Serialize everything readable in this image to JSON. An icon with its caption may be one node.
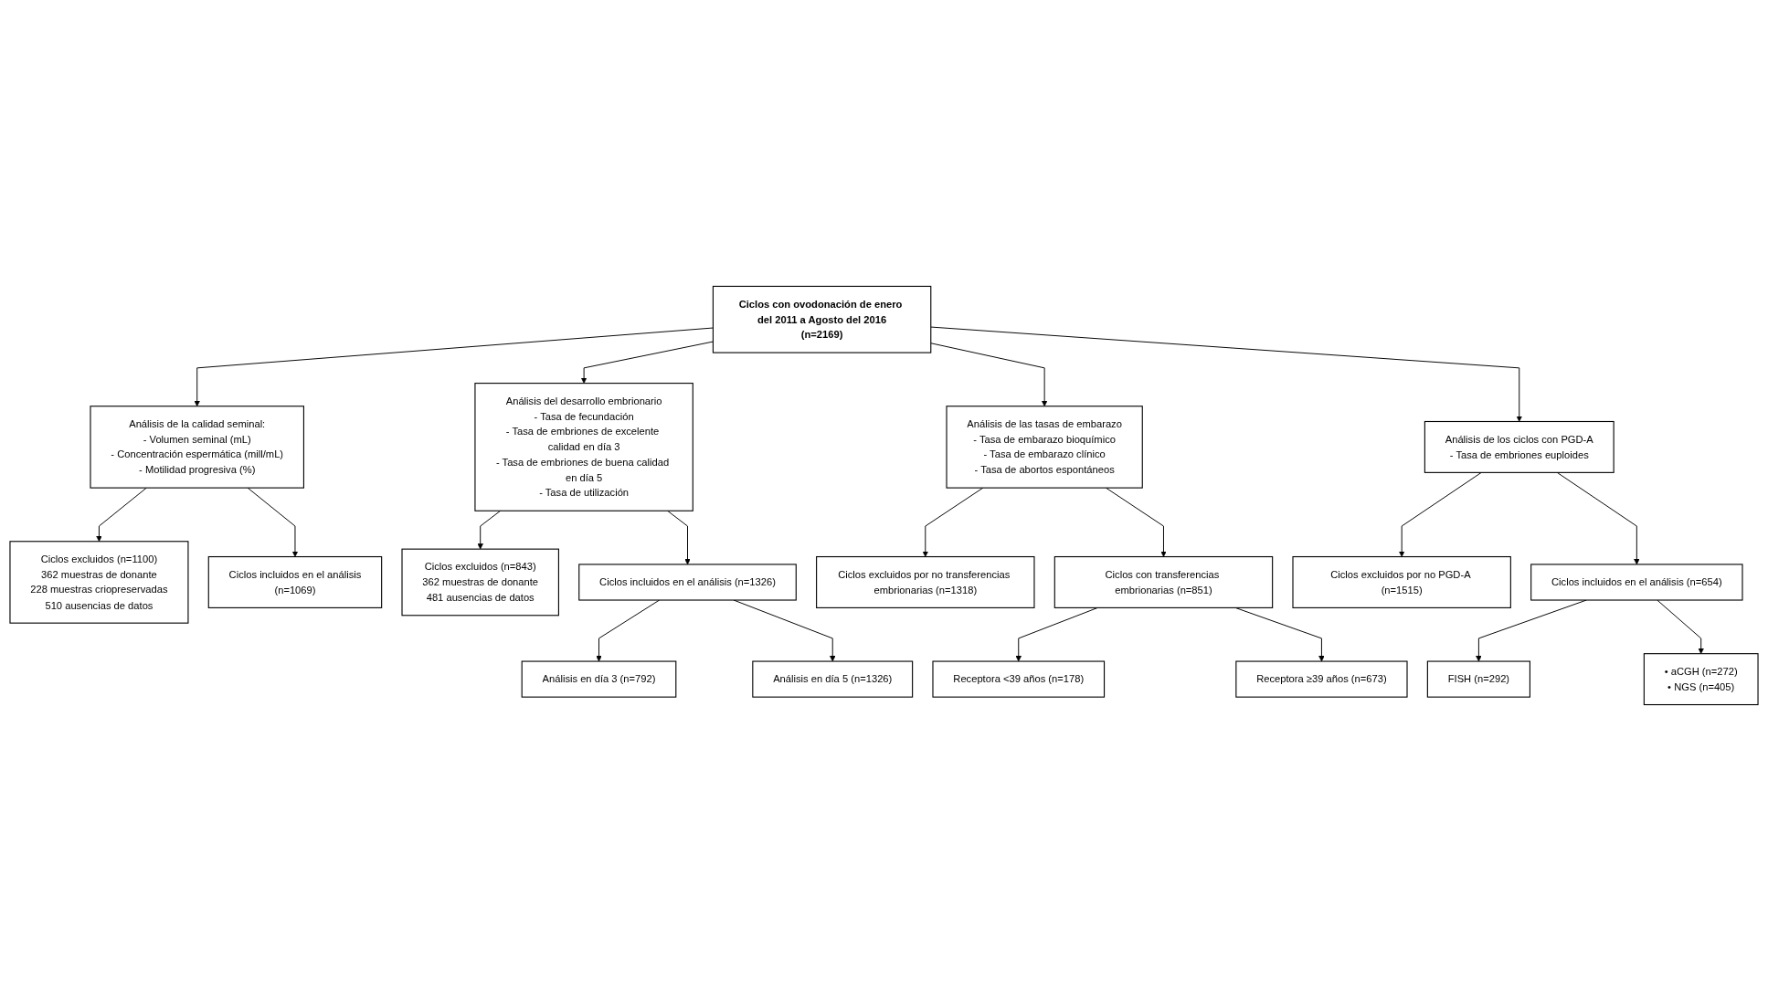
{
  "diagram": {
    "nodes": [
      {
        "text": [
          "Ciclos con ovodonación de enero del 2011 a Agosto del 2016",
          "(n=2169)"
        ]
      },
      {
        "text": [
          "Análisis de la calidad seminal:",
          "- Volumen seminal (mL)",
          "- Concentración espermática (mill/mL)",
          "- Motilidad progresiva (%)"
        ]
      },
      {
        "text": [
          "Ciclos excluidos (n=1100)",
          "362 muestras de donante",
          "228 muestras criopreservadas",
          "510 ausencias de datos"
        ]
      },
      {
        "text": [
          "Ciclos incluidos en el análisis",
          "(n=1069)"
        ]
      },
      {
        "text": [
          "Análisis del desarrollo embrionario",
          "- Tasa de fecundación",
          "- Tasa de embriones de excelente calidad en día 3",
          "- Tasa de embriones de buena calidad en día 5",
          "- Tasa de utilización"
        ]
      },
      {
        "text": [
          "Ciclos excluidos (n=843)",
          "362 muestras de donante",
          "481 ausencias de datos"
        ]
      },
      {
        "text": [
          "Ciclos incluidos en el análisis (n=1326)"
        ]
      },
      {
        "text": [
          "Análisis en día 3 (n=792)"
        ]
      },
      {
        "text": [
          "Análisis en día 5 (n=1326)"
        ]
      },
      {
        "text": [
          "Análisis de las tasas de embarazo",
          "- Tasa de embarazo bioquímico",
          "- Tasa de embarazo clínico",
          "- Tasa de abortos espontáneos"
        ]
      },
      {
        "text": [
          "Ciclos excluidos por no transferencias embrionarias (n=1318)"
        ]
      },
      {
        "text": [
          "Ciclos con transferencias embrionarias (n=851)"
        ]
      },
      {
        "text": [
          "Receptora <39 años (n=178)"
        ]
      },
      {
        "text": [
          "Receptora ≥39 años (n=673)"
        ]
      },
      {
        "text": [
          "Análisis de los ciclos con PGD-A",
          "- Tasa de embriones euploides"
        ]
      },
      {
        "text": [
          "Ciclos excluidos por no PGD-A (n=1515)"
        ]
      },
      {
        "text": [
          "Ciclos incluidos en el análisis (n=654)"
        ]
      },
      {
        "text": [
          "FISH (n=292)"
        ]
      },
      {
        "text": [
          "• aCGH (n=272)",
          "• NGS (n=405)"
        ]
      }
    ],
    "edges": [
      {
        "from": 0,
        "to": 1,
        "arrow": "to"
      },
      {
        "from": 0,
        "to": 4,
        "arrow": "to"
      },
      {
        "from": 0,
        "to": 9,
        "arrow": "to"
      },
      {
        "from": 0,
        "to": 14,
        "arrow": "to"
      },
      {
        "from": 1,
        "to": 2,
        "arrow": "to"
      },
      {
        "from": 1,
        "to": 3,
        "arrow": "to"
      },
      {
        "from": 4,
        "to": 5,
        "arrow": "to"
      },
      {
        "from": 4,
        "to": 6,
        "arrow": "to"
      },
      {
        "from": 6,
        "to": 7,
        "arrow": "to"
      },
      {
        "from": 6,
        "to": 8,
        "arrow": "to"
      },
      {
        "from": 9,
        "to": 10,
        "arrow": "to"
      },
      {
        "from": 9,
        "to": 11,
        "arrow": "to"
      },
      {
        "from": 11,
        "to": 12,
        "arrow": "to"
      },
      {
        "from": 11,
        "to": 13,
        "arrow": "to"
      },
      {
        "from": 14,
        "to": 15,
        "arrow": "to"
      },
      {
        "from": 14,
        "to": 16,
        "arrow": "to"
      },
      {
        "from": 16,
        "to": 17,
        "arrow": "to"
      },
      {
        "from": 16,
        "to": 18,
        "arrow": "to"
      }
    ]
  }
}
